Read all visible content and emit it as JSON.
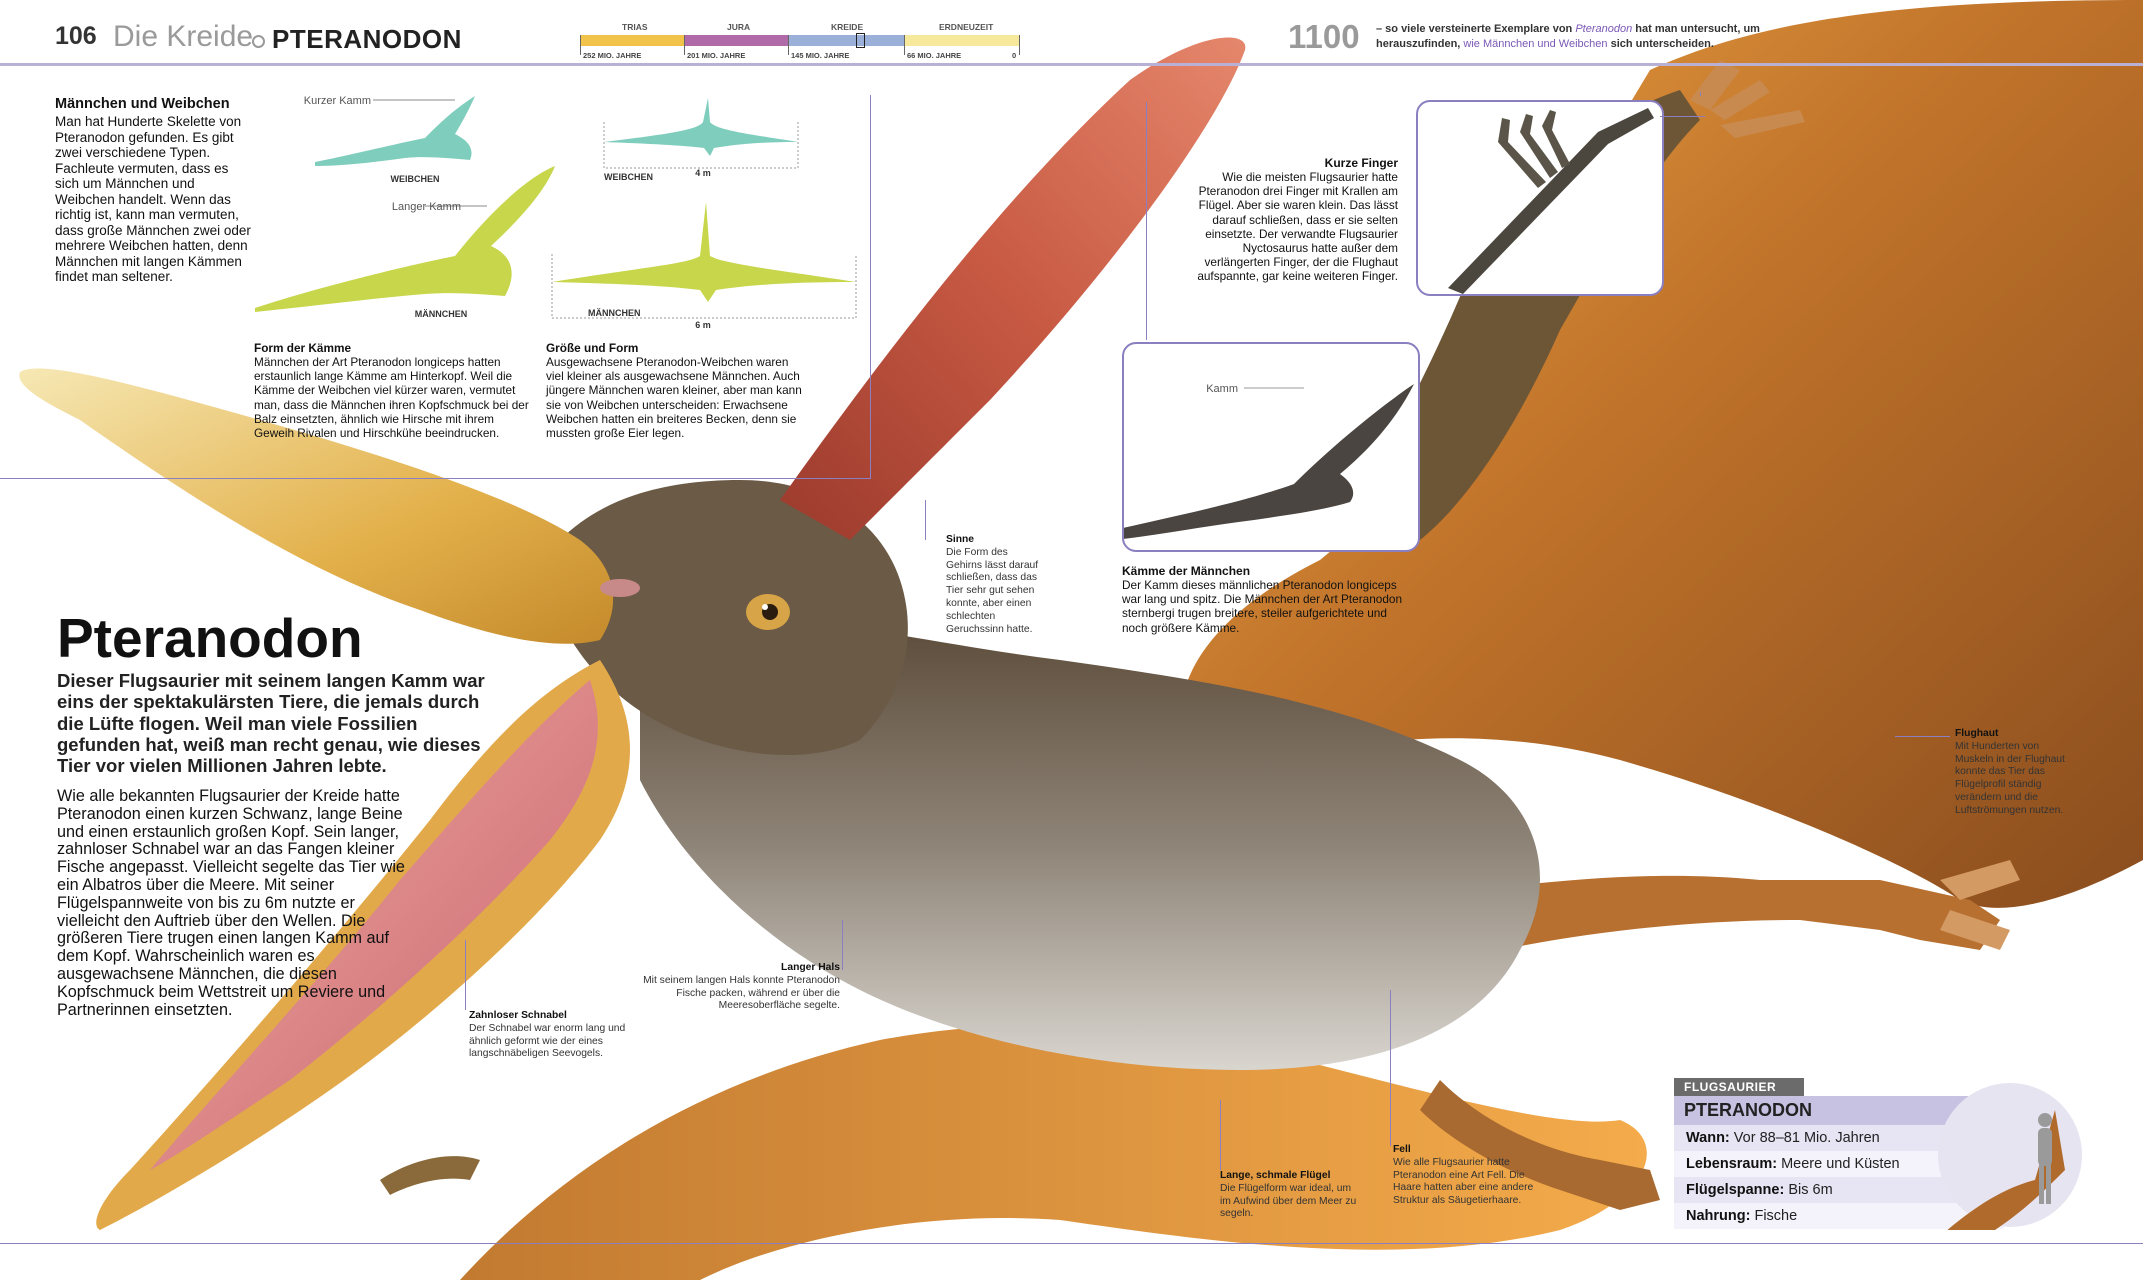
{
  "header": {
    "page_number": "106",
    "chapter": "Die Kreide",
    "title": "PTERANODON"
  },
  "timeline": {
    "periods": [
      "TRIAS",
      "JURA",
      "KREIDE",
      "ERDNEUZEIT"
    ],
    "dates": [
      "252 MIO. JAHRE",
      "201 MIO. JAHRE",
      "145 MIO. JAHRE",
      "66 MIO. JAHRE",
      "0"
    ],
    "colors": [
      "#f2c34a",
      "#b06aa8",
      "#9bb0d8",
      "#f6e99c"
    ]
  },
  "fact": {
    "number": "1100",
    "text_a": "– so viele versteinerte Exemplare von ",
    "text_italic": "Pteranodon",
    "text_b": " hat man untersucht, um herauszufinden, ",
    "text_purple": "wie Männchen und Weibchen",
    "text_c": " sich unterscheiden."
  },
  "maennchen_weibchen": {
    "heading": "Männchen und Weibchen",
    "body": "Man hat Hunderte Skelette von Pteranodon gefunden. Es gibt zwei verschiedene Typen. Fachleute vermuten, dass es sich um Männchen und Weibchen handelt. Wenn das richtig ist, kann man vermuten, dass große Männchen zwei oder mehrere Weibchen hatten, denn Männchen mit langen Kämmen findet man seltener."
  },
  "head_diagram": {
    "label_short": "Kurzer Kamm",
    "label_long": "Langer Kamm",
    "female": "WEIBCHEN",
    "male": "MÄNNCHEN",
    "colors": {
      "female": "#7fcdbd",
      "male": "#c7d64a"
    }
  },
  "size_diagram": {
    "female": "WEIBCHEN",
    "male": "MÄNNCHEN",
    "female_span": "4 m",
    "male_span": "6 m"
  },
  "form_kaemme": {
    "heading": "Form der Kämme",
    "body": "Männchen der Art Pteranodon longiceps hatten erstaunlich lange Kämme am Hinterkopf. Weil die Kämme der Weibchen viel kürzer waren, vermutet man, dass die Männchen ihren Kopfschmuck bei der Balz einsetzten, ähnlich wie Hirsche mit ihrem Geweih Rivalen und Hirschkühe beeindrucken."
  },
  "groesse_form": {
    "heading": "Größe und Form",
    "body": "Ausgewachsene Pteranodon-Weibchen waren viel kleiner als ausgewachsene Männchen. Auch jüngere Männchen waren kleiner, aber man kann sie von Weibchen unterscheiden: Erwachsene Weibchen hatten ein breiteres Becken, denn sie mussten große Eier legen."
  },
  "kurze_finger": {
    "heading": "Kurze Finger",
    "body": "Wie die meisten Flugsaurier hatte Pteranodon drei Finger mit Krallen am Flügel. Aber sie waren klein. Das lässt darauf schließen, dass er sie selten einsetzte. Der verwandte Flugsaurier Nyctosaurus hatte außer dem verlängerten Finger, der die Flughaut aufspannte, gar keine weiteren Finger."
  },
  "kamm_inset": {
    "label": "Kamm"
  },
  "kaemme_maennchen": {
    "heading": "Kämme der Männchen",
    "body": "Der Kamm dieses männlichen Pteranodon longiceps war lang und spitz. Die Männchen der Art Pteranodon sternbergi trugen breitere, steiler aufgerichtete und noch größere Kämme."
  },
  "main": {
    "title": "Pteranodon",
    "intro": "Dieser Flugsaurier mit seinem langen Kamm war eins der spektakulärsten Tiere, die jemals durch die Lüfte flogen. Weil man viele Fossilien gefunden hat, weiß man recht genau, wie dieses Tier vor vielen Millionen Jahren lebte.",
    "body": "Wie alle bekannten Flugsaurier der Kreide hatte Pteranodon einen kurzen Schwanz, lange Beine und einen erstaunlich großen Kopf. Sein langer, zahnloser Schnabel war an das Fangen kleiner Fische angepasst. Vielleicht segelte das Tier wie ein Albatros über die Meere. Mit seiner Flügelspannweite von bis zu 6m nutzte er vielleicht den Auftrieb über den Wellen. Die größeren Tiere trugen einen langen Kamm auf dem Kopf. Wahrscheinlich waren es ausgewachsene Männchen, die diesen Kopfschmuck beim Wettstreit um Reviere und Partnerinnen einsetzten."
  },
  "callouts": {
    "sinne": {
      "heading": "Sinne",
      "body": "Die Form des Gehirns lässt darauf schließen, dass das Tier sehr gut sehen konnte, aber einen schlechten Geruchssinn hatte."
    },
    "flughaut": {
      "heading": "Flughaut",
      "body": "Mit Hunderten von Muskeln in der Flughaut konnte das Tier das Flügelprofil ständig verändern und die Luftströmungen nutzen."
    },
    "langer_hals": {
      "heading": "Langer Hals",
      "body": "Mit seinem langen Hals konnte Pteranodon Fische packen, während er über die Meeresoberfläche segelte."
    },
    "zahnloser_schnabel": {
      "heading": "Zahnloser Schnabel",
      "body": "Der Schnabel war enorm lang und ähnlich geformt wie der eines langschnäbeligen Seevogels."
    },
    "fell": {
      "heading": "Fell",
      "body": "Wie alle Flugsaurier hatte Pteranodon eine Art Fell. Die Haare hatten aber eine andere Struktur als Säugetierhaare."
    },
    "fluegel": {
      "heading": "Lange, schmale Flügel",
      "body": "Die Flügelform war ideal, um im Aufwind über dem Meer zu segeln."
    }
  },
  "factbox": {
    "tag": "FLUGSAURIER",
    "title": "PTERANODON",
    "rows": [
      {
        "key": "Wann:",
        "value": "Vor 88–81 Mio. Jahren"
      },
      {
        "key": "Lebensraum:",
        "value": "Meere und Küsten"
      },
      {
        "key": "Flügelspanne:",
        "value": "Bis 6m"
      },
      {
        "key": "Nahrung:",
        "value": "Fische"
      }
    ]
  }
}
